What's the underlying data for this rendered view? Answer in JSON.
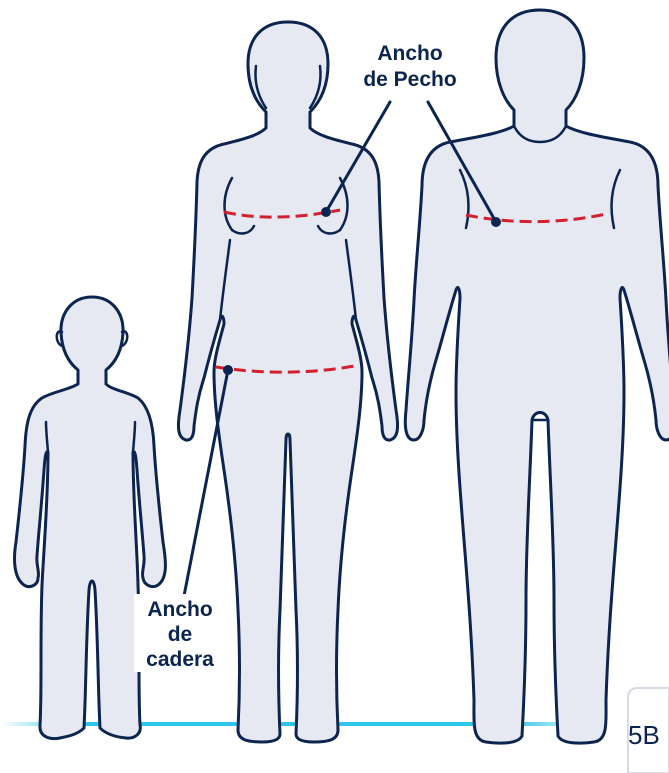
{
  "labels": {
    "chest_line1": "Ancho",
    "chest_line2": "de Pecho",
    "hip_line1": "Ancho",
    "hip_line2": "de",
    "hip_line3": "cadera"
  },
  "badge": {
    "text": "5B"
  },
  "colors": {
    "outline": "#0c2550",
    "body_fill": "#e7e9f2",
    "measure_line": "#d41f2d",
    "floor_line": "#2ec6e6"
  },
  "figures": [
    "child",
    "woman",
    "man"
  ]
}
